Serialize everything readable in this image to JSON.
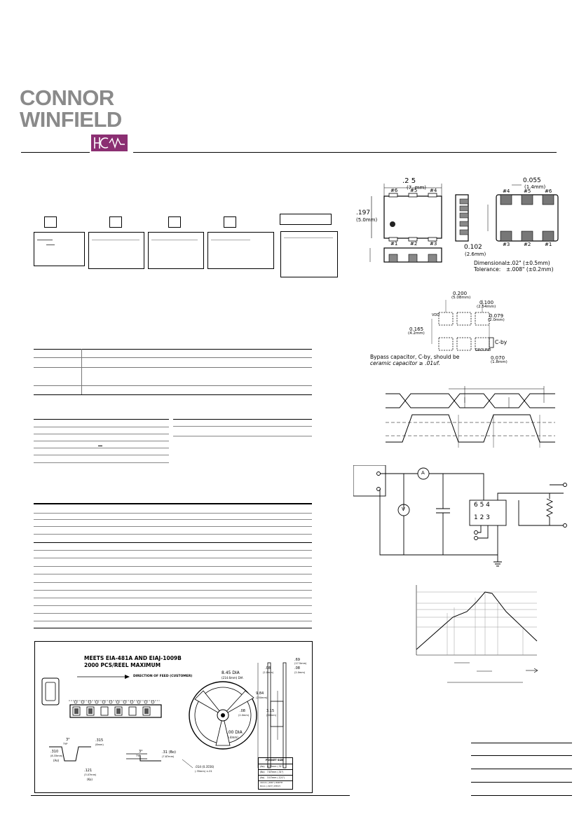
{
  "brand": {
    "line1": "CONNOR",
    "line2": "WINFIELD",
    "monogram": "HCW",
    "accent_color": "#8b2f72",
    "gray_color": "#8a8a8a"
  },
  "package_drawing": {
    "top_width": ".2 5",
    "top_width_mm": "(7. mm)",
    "height": ".197",
    "height_mm": "(5.0mm)",
    "pin_top": [
      "#6",
      "#5",
      "#4"
    ],
    "pin_bottom": [
      "#1",
      "#2",
      "#3"
    ],
    "pad_spacing": "0.055",
    "pad_spacing_mm": "(1.4mm)",
    "pad_pitch": "0.102",
    "pad_pitch_mm": "(2.6mm)",
    "bottom_top_pins": [
      "#4",
      "#5",
      "#6"
    ],
    "bottom_bottom_pins": [
      "#3",
      "#2",
      "#1"
    ],
    "dimensional_label": "Dimensional",
    "dimensional_value": "±.02\" (±0.5mm)",
    "tolerance_label": "Tolerance:",
    "tolerance_value": "±.008\" (±0.2mm)"
  },
  "land_pattern": {
    "pitch": "0.200",
    "pitch_mm": "(5.08mm)",
    "pad_gap": "0.100",
    "pad_gap_mm": "(2.54mm)",
    "pad_h": "0.079",
    "pad_h_mm": "(2.0mm)",
    "row_spacing": "0.165",
    "row_spacing_mm": "(4.2mm)",
    "pad_w": "0.070",
    "pad_w_mm": "(1.8mm)",
    "vdd": "VDD",
    "ground": "GROUND",
    "cby": "C-by",
    "note_line1": "Bypass capacitor, C-by, should be",
    "note_line2": "ceramic capacitor ≥ .01uf."
  },
  "circuit": {
    "ammeter": "A",
    "voltmeter": "V",
    "pins_top": "6 5 4",
    "pins_bottom": "1 2 3"
  },
  "tape_reel": {
    "title": "MEETS EIA-481A AND EIAJ-1009B",
    "subtitle": "2000 PCS/REEL MAXIMUM",
    "feed": "DIRECTION OF FEED (CUSTOMER)",
    "reel_hub": "8.45 DIA",
    "reel_hub_mm": "(214.6mm) DIA",
    "reel_dia": "1.00 DIA",
    "reel_dia_mm": "(25.4mm)",
    "width_a": ".69",
    "width_a_mm": "(17.5mm)",
    "width_b": ".08",
    "width_b_mm": "(2.0mm)",
    "width_c": ".08",
    "width_c_mm": "(2.0mm)",
    "reel_h": "9.84",
    "reel_h_mm": "(250mm)",
    "hub_h": "3.15",
    "hub_h_mm": "(80mm)",
    "slot": ".08",
    "slot_mm": "(2.0mm)",
    "p1": ".315",
    "p1_mm": "(8mm)",
    "ao": ".310",
    "ao_mm": "(8.33mm)",
    "ao_label": "(Ao)",
    "ko": ".121",
    "ko_mm": "(3.07mm)",
    "ko_label": "(Ko)",
    "bo": ".31 (Bo)",
    "bo_mm": "(7.87mm)",
    "t": ".014 (0.3556)",
    "t_mm": "(.35mm) ±.01",
    "typ": "TYP",
    "deg": "3°",
    "table_title": "POCKET SIZE",
    "table_rows": [
      [
        "(Ao)",
        "8.33mm (.31\")"
      ],
      [
        "(Bo)",
        "7.87mm (.31\")"
      ],
      [
        "(Ko)",
        "3.07mm (.121\")"
      ]
    ],
    "table_note1": "16mm (.630\") WIDTH",
    "table_note2": "8mm (.315\") PITCH"
  }
}
